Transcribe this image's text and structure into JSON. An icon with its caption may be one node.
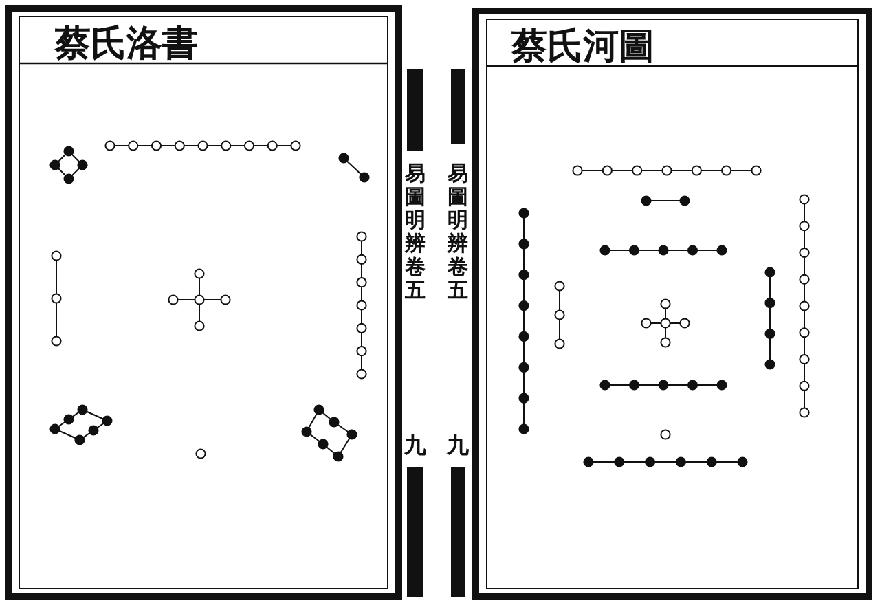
{
  "diagram": {
    "labels": [
      "蔡氏洛書",
      "易圖明辨卷五",
      "九",
      "蔡氏河圖",
      "易圖明辨卷五",
      "九"
    ]
  }
}
